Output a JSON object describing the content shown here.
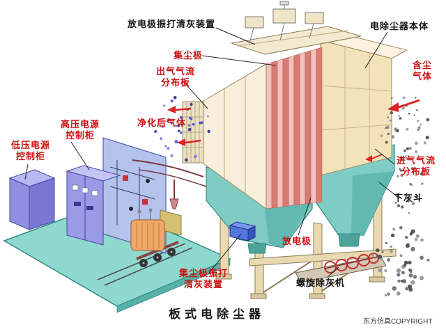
{
  "diagram": {
    "title": "板式电除尘器",
    "copyright": "东方仿真COPYRIGHT",
    "colors": {
      "label_red": "#cc1111",
      "label_black": "#141414",
      "arrow_red": "#dd2222",
      "body_beige": "#f4e2bb",
      "funnel_cream": "#f8efdb",
      "plate_pink": "#f2c1bd",
      "plate_dark": "#d97b72",
      "hopper_teal": "#7fccc4",
      "platform_teal": "#8fd8cf",
      "cabinet_purple": "#9a9ae6",
      "panel_blue": "#b4c2ec",
      "transformer_orange": "#f0a868"
    },
    "labels": [
      {
        "id": "discharge-rapper",
        "text": "放电极振打清灰装置",
        "color": "black"
      },
      {
        "id": "esp-body",
        "text": "电除尘器本体",
        "color": "black"
      },
      {
        "id": "collecting-electrode",
        "text": "集尘极",
        "color": "red"
      },
      {
        "id": "outlet-distribution",
        "text": "出气气流\n分布板",
        "color": "red"
      },
      {
        "id": "dusty-gas",
        "text": "含尘\n气体",
        "color": "red"
      },
      {
        "id": "clean-gas",
        "text": "净化后气体",
        "color": "red"
      },
      {
        "id": "hv-cabinet",
        "text": "高压电源\n控制柜",
        "color": "red"
      },
      {
        "id": "lv-cabinet",
        "text": "低压电源\n控制柜",
        "color": "red"
      },
      {
        "id": "inlet-distribution",
        "text": "进气气流\n分布板",
        "color": "red"
      },
      {
        "id": "lower-hopper",
        "text": "下灰斗",
        "color": "black"
      },
      {
        "id": "discharge-electrode",
        "text": "放电极",
        "color": "red"
      },
      {
        "id": "collecting-rapper",
        "text": "集尘极振打\n清灰装置",
        "color": "red"
      },
      {
        "id": "screw-conveyor",
        "text": "螺旋除灰机",
        "color": "black"
      }
    ]
  }
}
